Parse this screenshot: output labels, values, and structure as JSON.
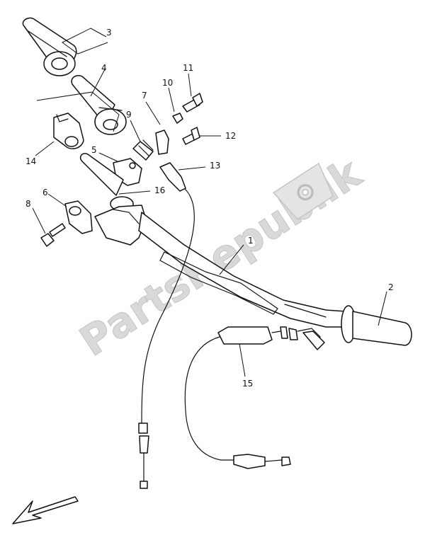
{
  "watermark": {
    "text": "PartsRepublik",
    "color": "#d0d0d0"
  },
  "callouts": [
    {
      "id": "1",
      "label": "1"
    },
    {
      "id": "2",
      "label": "2"
    },
    {
      "id": "3",
      "label": "3"
    },
    {
      "id": "4",
      "label": "4"
    },
    {
      "id": "5",
      "label": "5"
    },
    {
      "id": "6",
      "label": "6"
    },
    {
      "id": "7",
      "label": "7"
    },
    {
      "id": "8",
      "label": "8"
    },
    {
      "id": "9",
      "label": "9"
    },
    {
      "id": "10",
      "label": "10"
    },
    {
      "id": "11",
      "label": "11"
    },
    {
      "id": "12",
      "label": "12"
    },
    {
      "id": "13",
      "label": "13"
    },
    {
      "id": "14",
      "label": "14"
    },
    {
      "id": "15",
      "label": "15"
    },
    {
      "id": "16",
      "label": "16"
    }
  ],
  "direction_arrow": {
    "icon": "front-direction-arrow-icon"
  }
}
